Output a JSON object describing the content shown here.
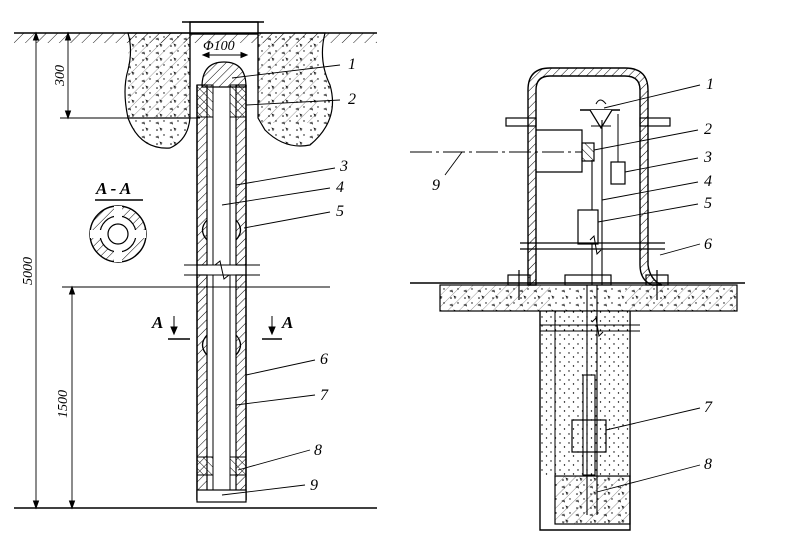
{
  "left_drawing": {
    "diameter_label": "Φ100",
    "dimensions": {
      "top": "300",
      "overall": "5000",
      "lower": "1500"
    },
    "section_title": "A - A",
    "section_marks": [
      "A",
      "A"
    ],
    "callouts": [
      "1",
      "2",
      "3",
      "4",
      "5",
      "6",
      "7",
      "8",
      "9"
    ]
  },
  "right_drawing": {
    "callouts": [
      "1",
      "2",
      "3",
      "4",
      "5",
      "6",
      "7",
      "8"
    ],
    "beam_label": "9"
  },
  "colors": {
    "line": "#000000",
    "background": "#ffffff"
  }
}
